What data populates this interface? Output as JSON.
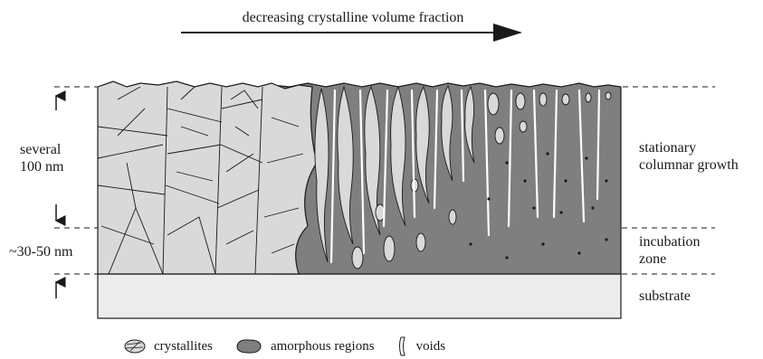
{
  "header": {
    "direction_label": "decreasing crystalline volume fraction"
  },
  "left_labels": {
    "thickness_top_line1": "several",
    "thickness_top_line2": "100 nm",
    "thickness_bottom": "~30-50 nm"
  },
  "right_labels": {
    "growth_line1": "stationary",
    "growth_line2": "columnar growth",
    "incubation_line1": "incubation",
    "incubation_line2": "zone",
    "substrate": "substrate"
  },
  "legend": [
    {
      "icon": "crystallite-icon",
      "label": "crystallites"
    },
    {
      "icon": "amorphous-region-icon",
      "label": "amorphous regions"
    },
    {
      "icon": "void-icon",
      "label": "voids"
    }
  ],
  "colors": {
    "crystalline": "#d9d9d9",
    "amorphous": "#7f7f7f",
    "substrate": "#ececec",
    "outline": "#1a1a1a",
    "void": "#ffffff"
  }
}
